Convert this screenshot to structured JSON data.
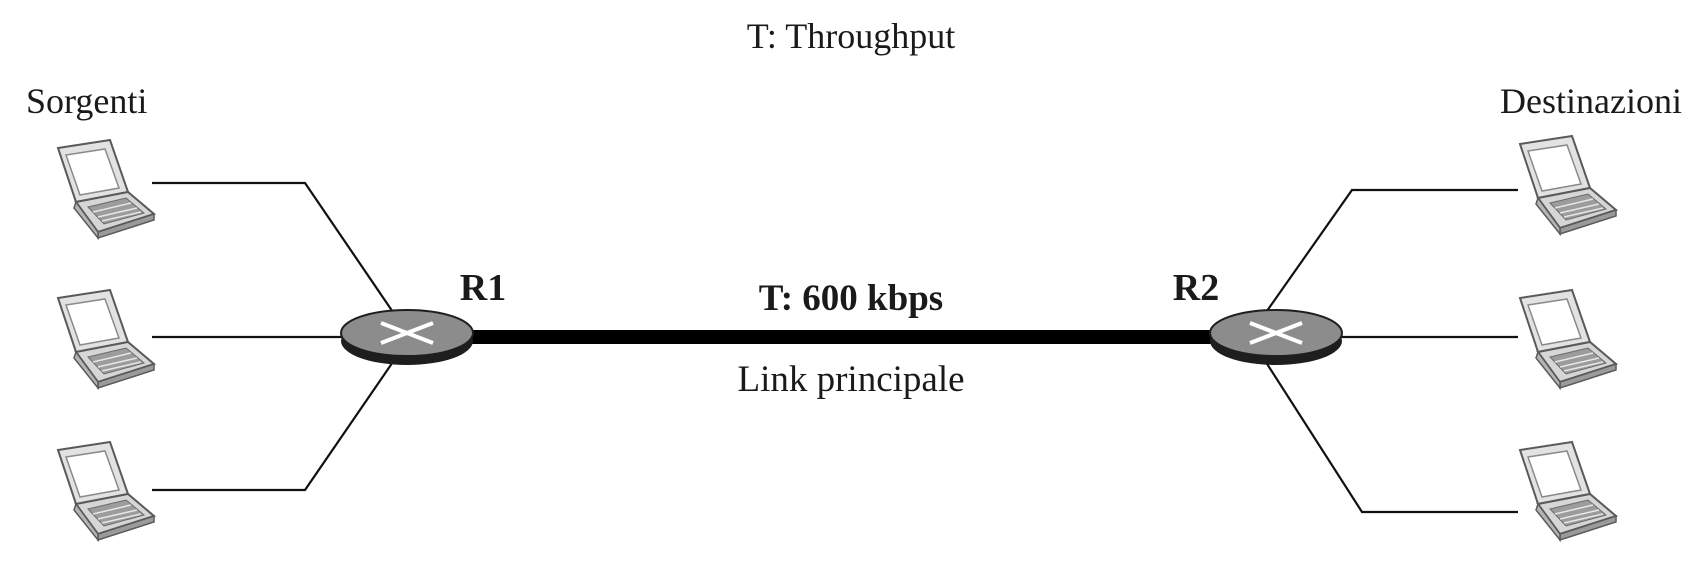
{
  "legend": "T: Throughput",
  "sources_label": "Sorgenti",
  "destinations_label": "Destinazioni",
  "routers": [
    {
      "label": "R1",
      "icon": "router-icon"
    },
    {
      "label": "R2",
      "icon": "router-icon"
    }
  ],
  "main_link": {
    "throughput": "T: 600 kbps",
    "label": "Link principale"
  },
  "sources": [
    {
      "icon": "laptop-icon"
    },
    {
      "icon": "laptop-icon"
    },
    {
      "icon": "laptop-icon"
    }
  ],
  "destinations": [
    {
      "icon": "laptop-icon"
    },
    {
      "icon": "laptop-icon"
    },
    {
      "icon": "laptop-icon"
    }
  ]
}
